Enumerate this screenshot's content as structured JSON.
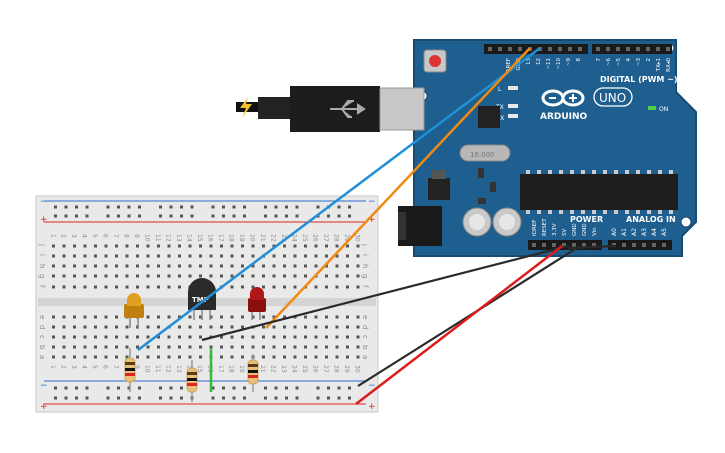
{
  "arduino": {
    "brand": "ARDUINO",
    "model": "UNO",
    "digital_header": "DIGITAL (PWM ~)",
    "digital_pins": [
      "AREF",
      "GND",
      "13",
      "12",
      "~11",
      "~10",
      "~9",
      "8",
      "7",
      "~6",
      "~5",
      "4",
      "~3",
      "2",
      "TX▸1",
      "RX◂0"
    ],
    "led_labels": [
      "L",
      "TX",
      "RX"
    ],
    "on_label": "ON",
    "power_header": "POWER",
    "power_pins": [
      "IOREF",
      "RESET",
      "3.3V",
      "5V",
      "GND",
      "GND",
      "Vin"
    ],
    "analog_header": "ANALOG IN",
    "analog_pins": [
      "A0",
      "A1",
      "A2",
      "A3",
      "A4",
      "A5"
    ],
    "crystal_label": "16.000",
    "colors": {
      "board": "#1e5f8f",
      "board_edge": "#174b72",
      "header": "#1a1a1a"
    }
  },
  "breadboard": {
    "columns": [
      "1",
      "2",
      "3",
      "4",
      "5",
      "6",
      "7",
      "8",
      "9",
      "10",
      "11",
      "12",
      "13",
      "14",
      "15",
      "16",
      "17",
      "18",
      "19",
      "20",
      "21",
      "22",
      "23",
      "24",
      "25",
      "26",
      "27",
      "28",
      "29",
      "30"
    ],
    "top_rows": [
      "j",
      "i",
      "h",
      "g",
      "f"
    ],
    "bottom_rows": [
      "e",
      "d",
      "c",
      "b",
      "a"
    ],
    "rail_minus": "−",
    "rail_plus": "+",
    "colors": {
      "body": "#e9e9e9",
      "rail_red": "#d22",
      "rail_blue": "#2a6fd0"
    }
  },
  "sensor": {
    "label": "TMP"
  },
  "components": {
    "yellow_led": "#e0a020",
    "red_led": "#b01818",
    "usb_cable": "#222222"
  },
  "wires": {
    "blue": "#1f90d6",
    "orange": "#f08a12",
    "black": "#2a2a2a",
    "red": "#dd1b1b",
    "green": "#38b838"
  }
}
